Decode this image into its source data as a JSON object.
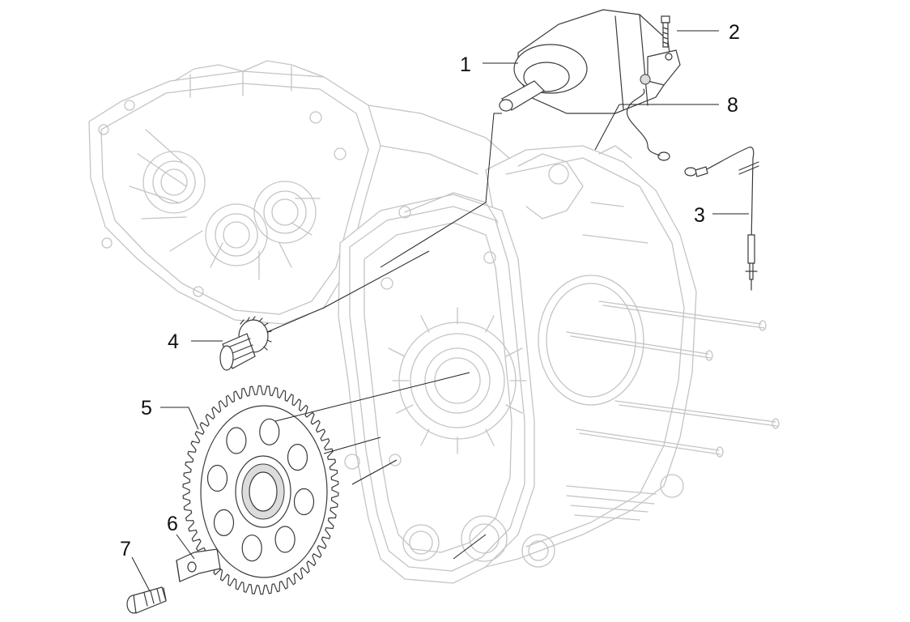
{
  "callouts": [
    {
      "id": "c1",
      "label": "1"
    },
    {
      "id": "c2",
      "label": "2"
    },
    {
      "id": "c3",
      "label": "3"
    },
    {
      "id": "c4",
      "label": "4"
    },
    {
      "id": "c5",
      "label": "5"
    },
    {
      "id": "c6",
      "label": "6"
    },
    {
      "id": "c7",
      "label": "7"
    },
    {
      "id": "c8",
      "label": "8"
    }
  ],
  "colors": {
    "background": "#ffffff",
    "ghost_line": "#c4c4c4",
    "part_line": "#3a3a3a",
    "callout_text": "#111111"
  }
}
